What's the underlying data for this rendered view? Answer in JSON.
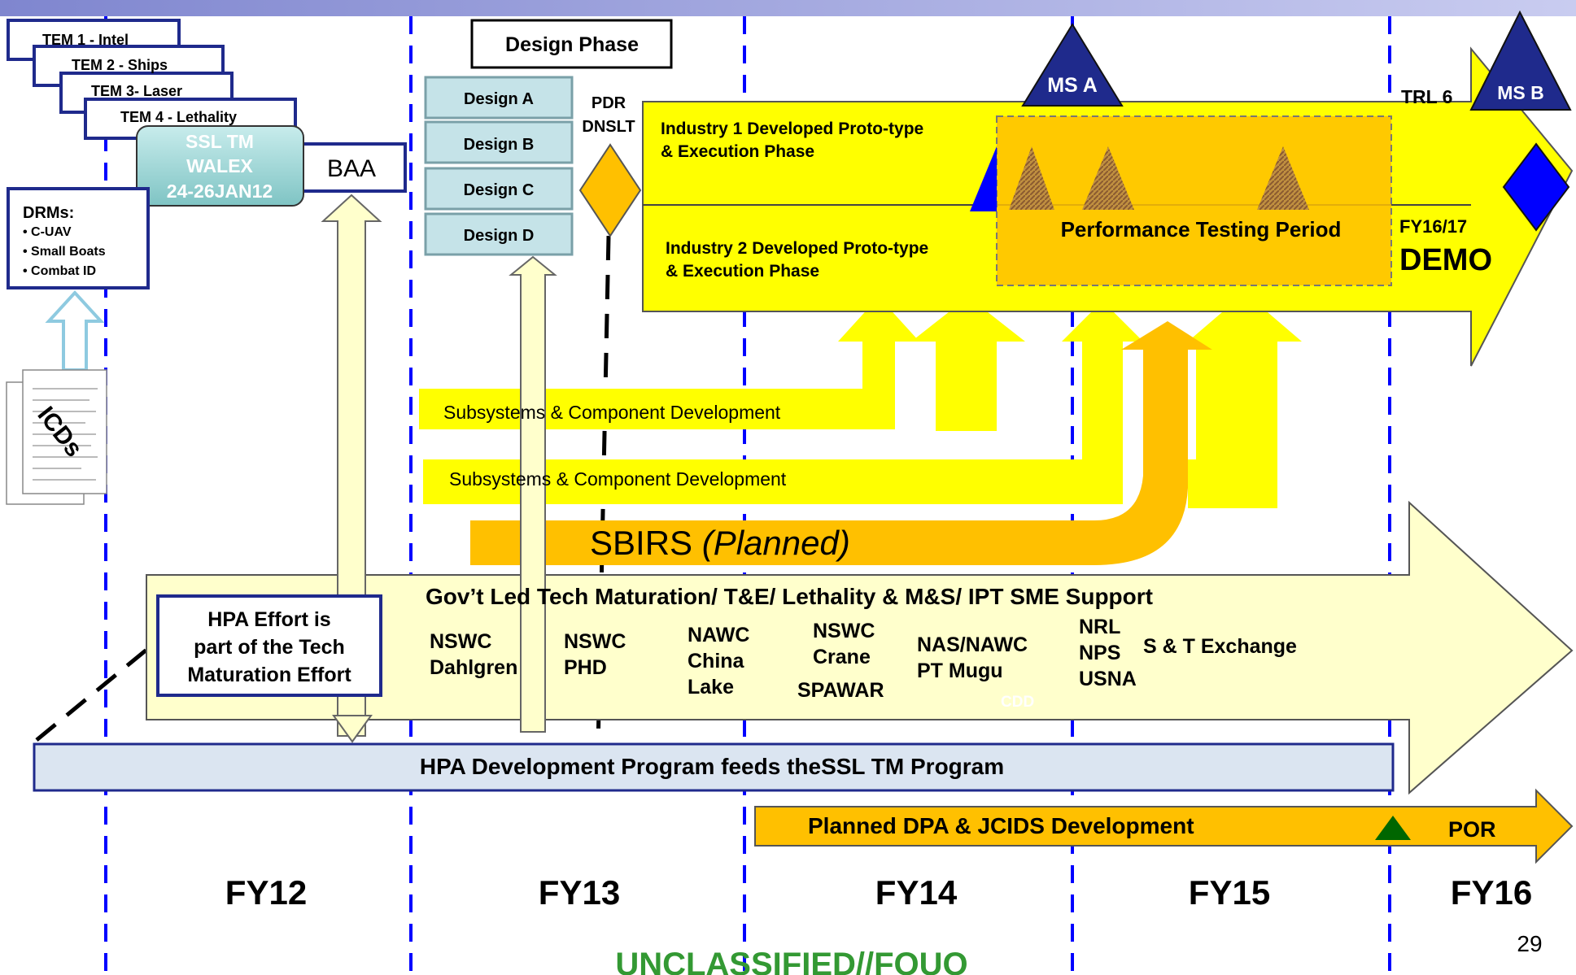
{
  "tems": [
    "TEM 1 - Intel",
    "TEM 2 - Ships",
    "TEM 3- Laser",
    "TEM 4 - Lethality"
  ],
  "walex": [
    "SSL TM",
    "WALEX",
    "24-26JAN12"
  ],
  "baa": "BAA",
  "drms": {
    "title": "DRMs:",
    "items": [
      "• C-UAV",
      "• Small Boats",
      "• Combat ID"
    ]
  },
  "icds": "ICDs",
  "design_phase": "Design Phase",
  "designs": [
    "Design A",
    "Design B",
    "Design C",
    "Design D"
  ],
  "pdr": [
    "PDR",
    "DNSLT"
  ],
  "ms_a": "MS A",
  "ms_b": "MS B",
  "trl": "TRL 6",
  "industry1": [
    "Industry 1 Developed Proto-type",
    "& Execution Phase"
  ],
  "industry2": [
    "Industry 2 Developed Proto-type",
    "& Execution Phase"
  ],
  "perf_testing": "Performance Testing Period",
  "demo": [
    "FY16/17",
    "DEMO"
  ],
  "subsystems": [
    "Subsystems  & Component Development",
    "Subsystems  & Component Development"
  ],
  "sbirs": {
    "main": "SBIRS ",
    "italic": "(Planned)"
  },
  "govt_led": "Gov’t Led Tech Maturation/ T&E/ Lethality & M&S/ IPT SME Support",
  "hpa_effort": [
    "HPA Effort is",
    "part of the Tech",
    "Maturation Effort"
  ],
  "labs": {
    "nswc_dahlgren": [
      "NSWC",
      "Dahlgren"
    ],
    "nswc_phd": [
      "NSWC",
      "PHD"
    ],
    "nawc_china_lake": [
      "NAWC",
      "China",
      "Lake"
    ],
    "nswc_crane": [
      "NSWC",
      "Crane"
    ],
    "spawar": "SPAWAR",
    "nas_nawc": [
      "NAS/NAWC",
      "PT Mugu"
    ],
    "nrl_nps_usna": [
      "NRL",
      "NPS",
      "USNA"
    ],
    "st_exchange": "S & T Exchange",
    "cdd": "CDD"
  },
  "hpa_dev": "HPA Development Program feeds theSSL TM Program",
  "planned_dpa": "Planned DPA & JCIDS Development",
  "por": "POR",
  "fiscal_years": [
    "FY12",
    "FY13",
    "FY14",
    "FY15",
    "FY16"
  ],
  "page_number": "29",
  "classification": "UNCLASSIFIED//FOUO",
  "colors": {
    "yellow": "#ffff00",
    "orange": "#ffc000",
    "navy": "#1f2a8c",
    "dashed": "#0000ff",
    "cream": "#ffffcc",
    "teal": "#92cddc",
    "green": "#339933"
  }
}
